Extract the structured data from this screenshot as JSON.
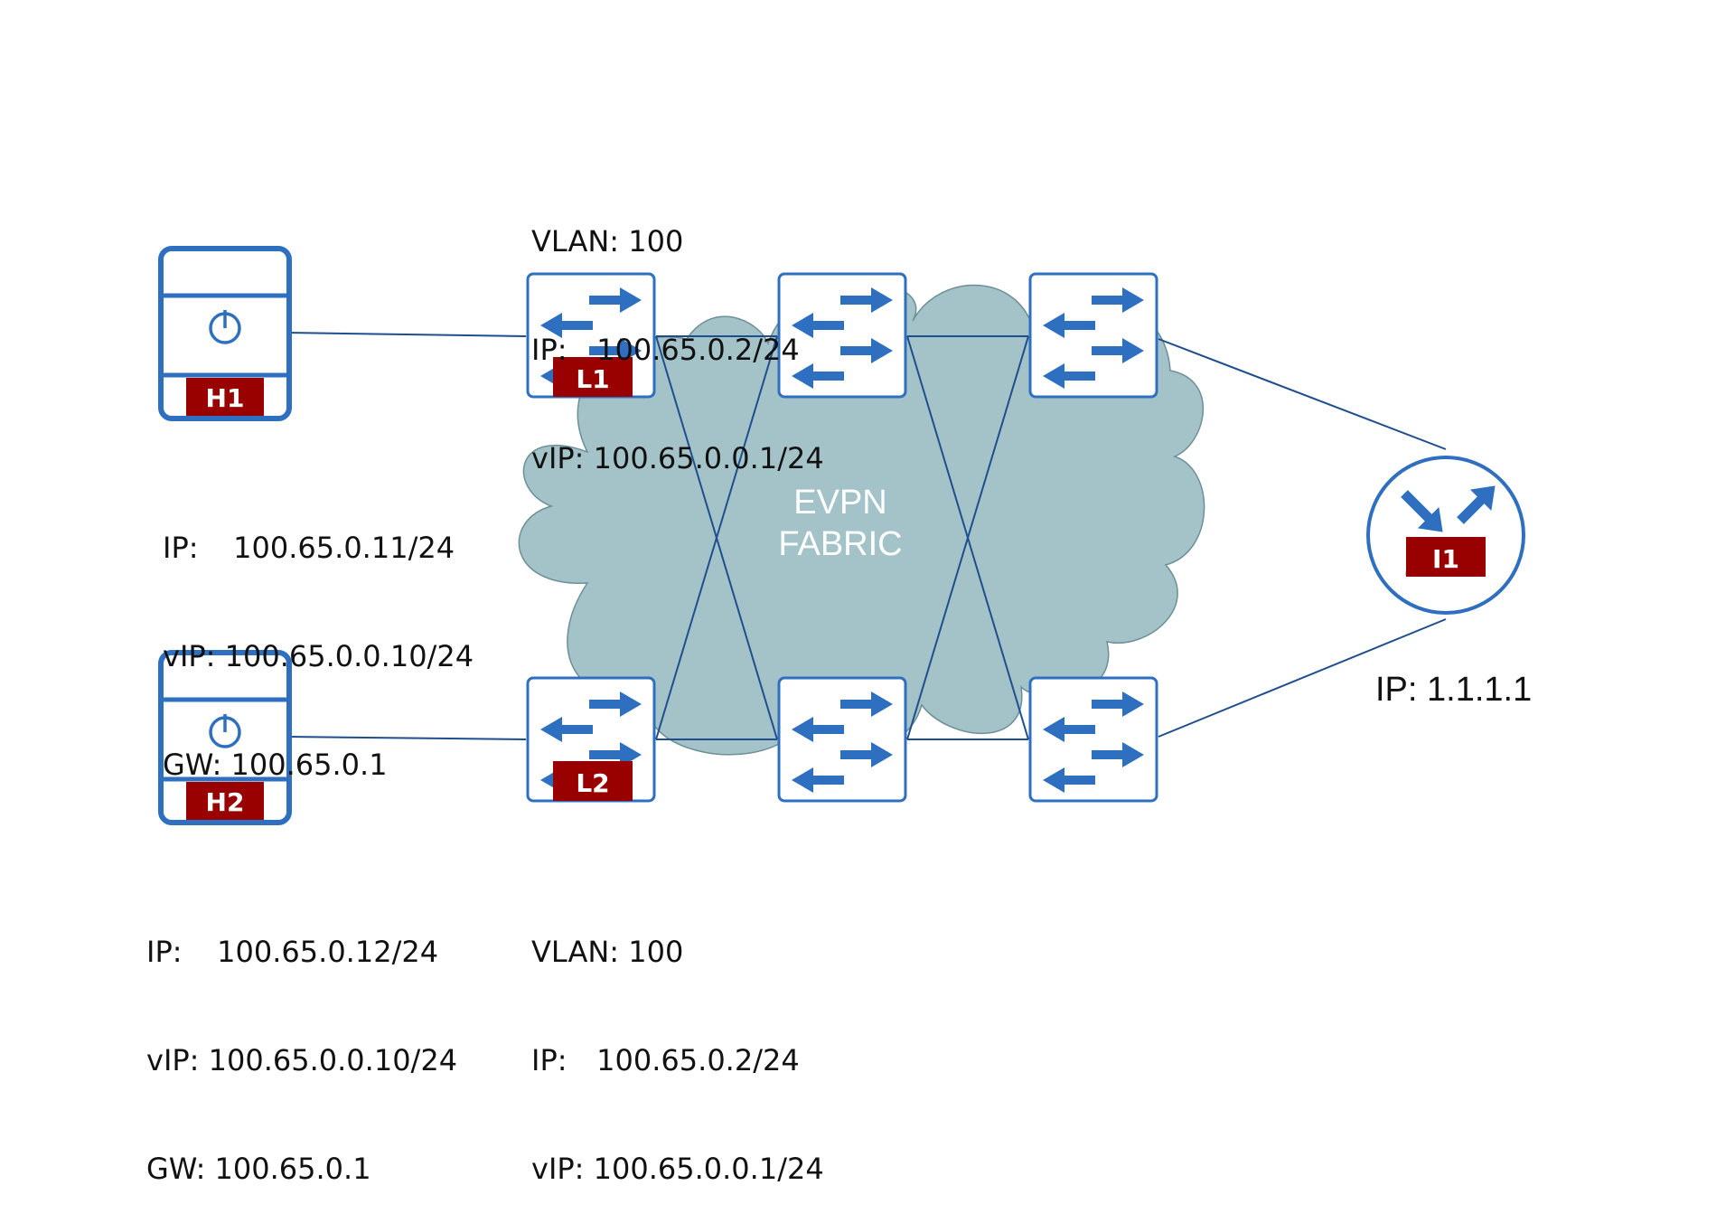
{
  "fabric": {
    "line1": "EVPN",
    "line2": "FABRIC",
    "color": "#a4c3c9"
  },
  "colors": {
    "device_blue": "#2e6fc0",
    "badge_red": "#990000",
    "link": "#1f4e8f"
  },
  "hosts": [
    {
      "id": "H1",
      "icon": "server-icon",
      "ip_key": "IP:",
      "ip": "100.65.0.11/24",
      "vip_key": "vIP:",
      "vip": "100.65.0.0.10/24",
      "gw_key": "GW:",
      "gw": "100.65.0.1"
    },
    {
      "id": "H2",
      "icon": "server-icon",
      "ip_key": "IP:",
      "ip": "100.65.0.12/24",
      "vip_key": "vIP:",
      "vip": "100.65.0.0.10/24",
      "gw_key": "GW:",
      "gw": "100.65.0.1"
    }
  ],
  "leaves": [
    {
      "id": "L1",
      "icon": "switch-icon",
      "vlan_key": "VLAN:",
      "vlan": "100",
      "ip_key": "IP:",
      "ip": "100.65.0.2/24",
      "vip_key": "vIP:",
      "vip": "100.65.0.0.1/24"
    },
    {
      "id": "L2",
      "icon": "switch-icon",
      "vlan_key": "VLAN:",
      "vlan": "100",
      "ip_key": "IP:",
      "ip": "100.65.0.2/24",
      "vip_key": "vIP:",
      "vip": "100.65.0.0.1/24"
    }
  ],
  "internet": {
    "id": "I1",
    "icon": "router-icon",
    "ip_label": "IP: 1.1.1.1"
  }
}
